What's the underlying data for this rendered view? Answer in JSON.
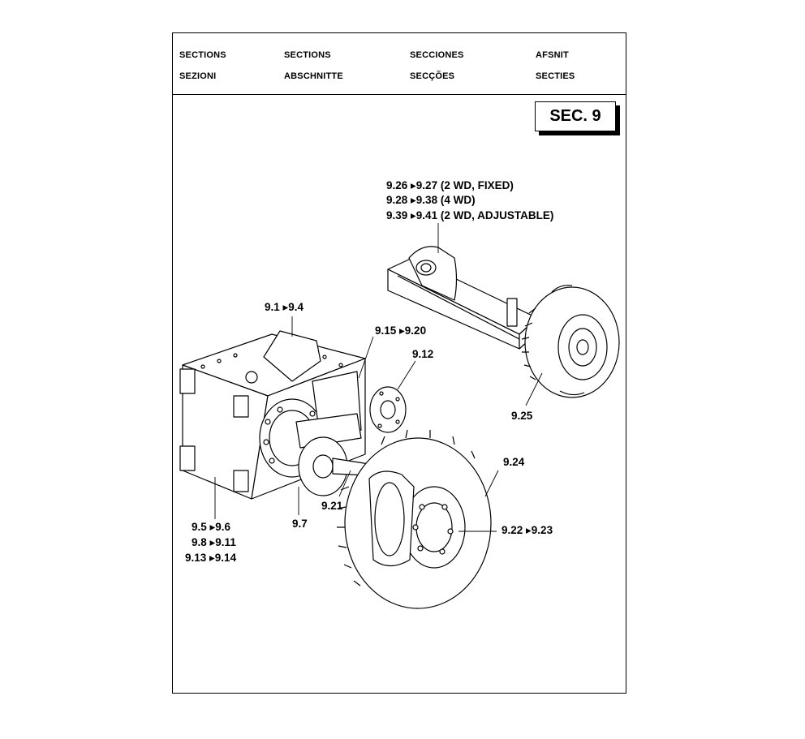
{
  "header": {
    "row1": [
      "SECTIONS",
      "SECTIONS",
      "SECCIONES",
      "AFSNIT"
    ],
    "row2": [
      "SEZIONI",
      "ABSCHNITTE",
      "SECÇÕES",
      "SECTIES"
    ]
  },
  "section_badge": "SEC. 9",
  "callouts": {
    "axle_line1": "9.26 ▸9.27 (2 WD, FIXED)",
    "axle_line2": "9.28 ▸9.38 (4 WD)",
    "axle_line3": "9.39 ▸9.41 (2 WD, ADJUSTABLE)",
    "c_9_1_9_4": "9.1 ▸9.4",
    "c_9_15_9_20": "9.15 ▸9.20",
    "c_9_12": "9.12",
    "c_9_25": "9.25",
    "c_9_24": "9.24",
    "c_9_21": "9.21",
    "c_9_7": "9.7",
    "c_9_22_9_23": "9.22 ▸9.23",
    "c_9_5_9_6": "9.5 ▸9.6",
    "c_9_8_9_11": "9.8 ▸9.11",
    "c_9_13_9_14": "9.13 ▸9.14"
  }
}
